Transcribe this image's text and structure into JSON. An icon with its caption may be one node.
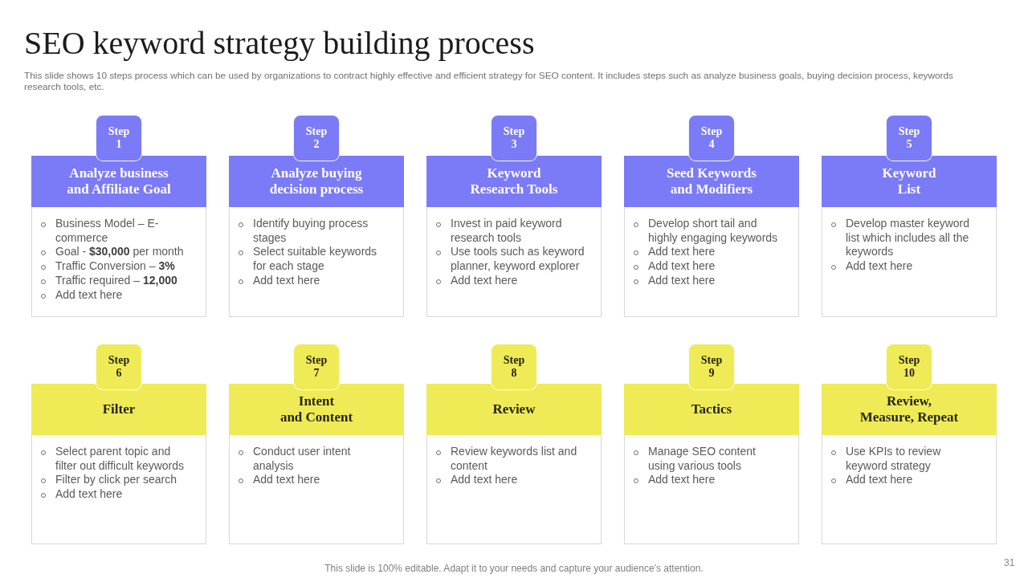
{
  "diagram": {
    "title": "SEO keyword strategy building process",
    "nodes": [
      {
        "text": [
          "Step 1"
        ]
      },
      {
        "text": [
          "Analyze business and Affiliate Goal",
          "Business Model – E-commerce",
          "Goal - **$30,000** per month",
          "Traffic Conversion – **3%**",
          "Traffic required – **12,000**",
          "Add text here"
        ]
      },
      {
        "text": [
          "Step 2"
        ]
      },
      {
        "text": [
          "Analyze buying decision process",
          "Identify buying process stages",
          "Select suitable keywords for each stage",
          "Add text here"
        ]
      },
      {
        "text": [
          "Step 3"
        ]
      },
      {
        "text": [
          "Keyword Research Tools",
          "Invest in paid keyword research tools",
          "Use tools such as keyword planner, keyword explorer",
          "Add text here"
        ]
      },
      {
        "text": [
          "Step 4"
        ]
      },
      {
        "text": [
          "Seed Keywords and Modifiers",
          "Develop short tail and highly engaging keywords",
          "Add text here",
          "Add text here",
          "Add text here"
        ]
      },
      {
        "text": [
          "Step 5"
        ]
      },
      {
        "text": [
          "Keyword List",
          "Develop master keyword list which includes all the keywords",
          "Add text here"
        ]
      },
      {
        "text": [
          "Step 6"
        ]
      },
      {
        "text": [
          "Filter",
          "Select parent topic and filter out difficult keywords",
          "Filter by click per search",
          "Add text here"
        ]
      },
      {
        "text": [
          "Step 7"
        ]
      },
      {
        "text": [
          "Intent and Content",
          "Conduct user intent analysis",
          "Add text here"
        ]
      },
      {
        "text": [
          "Step 8"
        ]
      },
      {
        "text": [
          "Review",
          "Review keywords list and content",
          "Add text here"
        ]
      },
      {
        "text": [
          "Step 9"
        ]
      },
      {
        "text": [
          "Tactics",
          "Manage SEO content using various tools",
          "Add text here"
        ]
      },
      {
        "text": [
          "Step 10"
        ]
      },
      {
        "text": [
          "Review, Measure, Repeat",
          "Use KPIs to review keyword strategy",
          "Add text here"
        ]
      }
    ],
    "labels": [
      "This slide shows 10 steps process which can be used by organizations to contract highly effective and efficient strategy for SEO content. It includes steps such as analyze business goals, buying decision process, keywords research tools, etc.",
      "This slide is 100% editable. Adapt it to your needs and capture your audience’s attention.",
      "31"
    ]
  }
}
